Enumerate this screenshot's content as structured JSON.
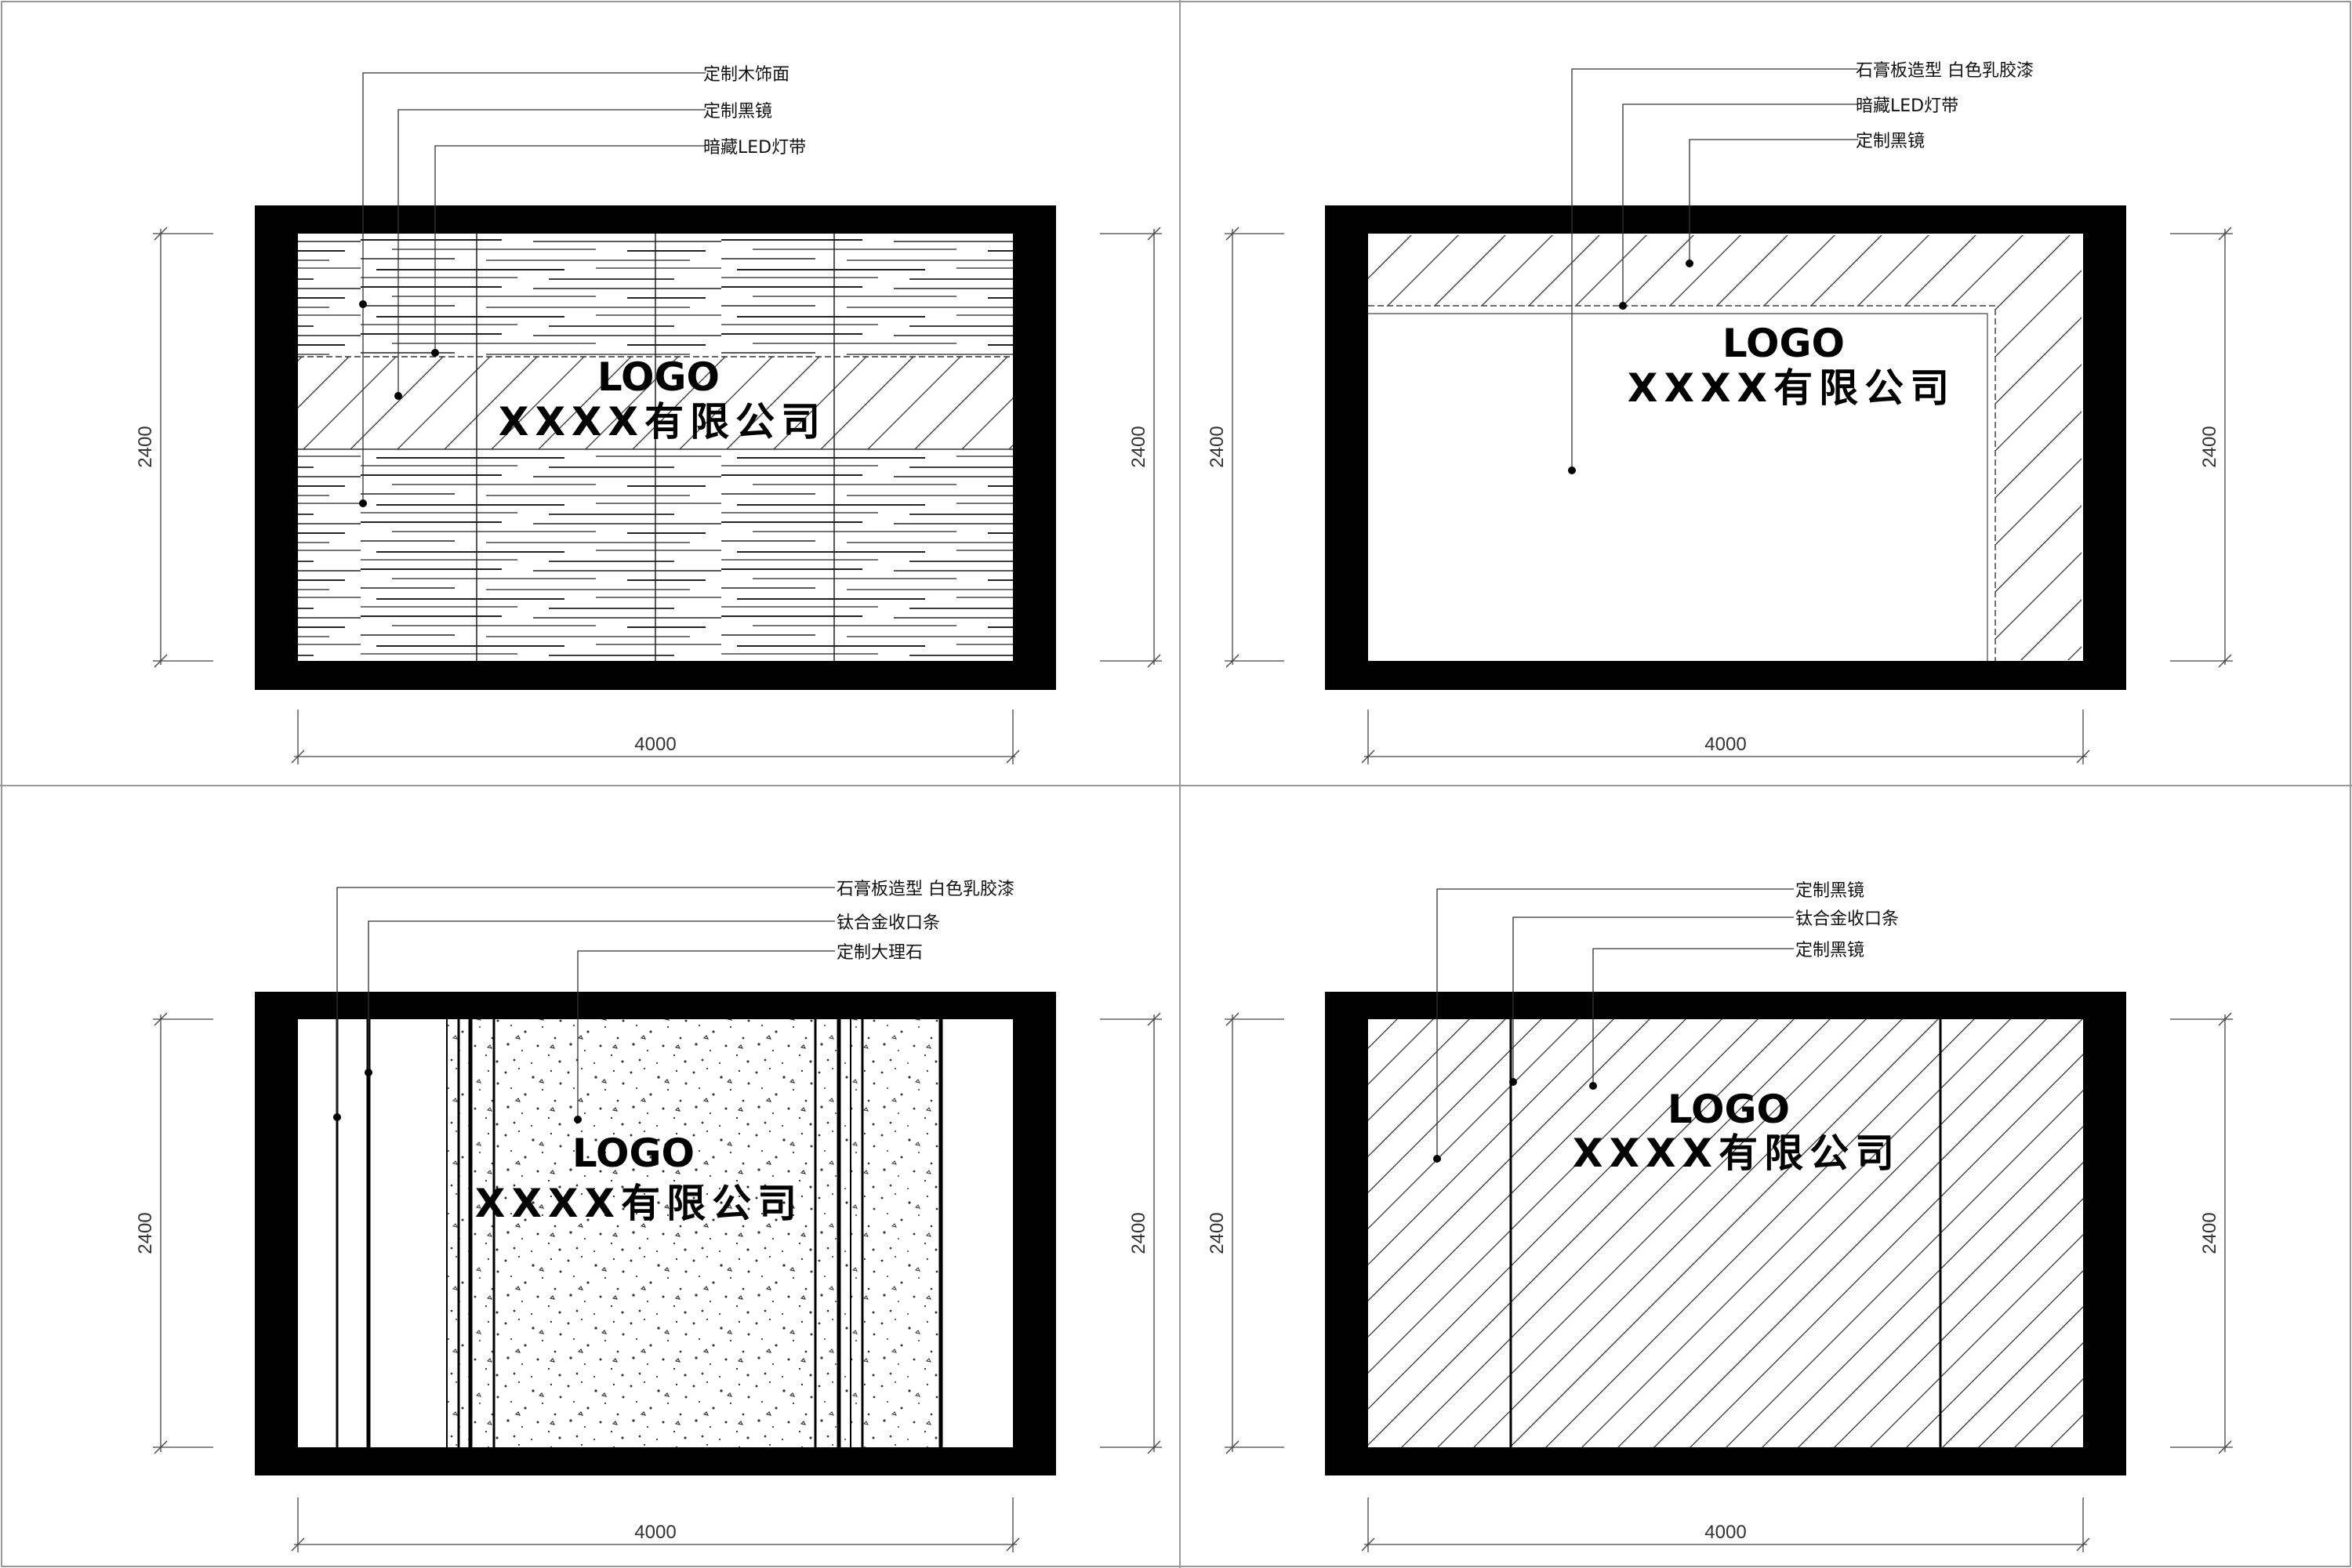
{
  "panels": [
    {
      "id": "top-left",
      "callouts": [
        "定制木饰面",
        "定制黑镜",
        "暗藏LED灯带"
      ],
      "logo": "LOGO",
      "company": "XXXX有限公司",
      "width_label": "4000",
      "height_left": "2400",
      "height_right": "2400"
    },
    {
      "id": "top-right",
      "callouts": [
        "石膏板造型 白色乳胶漆",
        "暗藏LED灯带",
        "定制黑镜"
      ],
      "logo": "LOGO",
      "company": "XXXX有限公司",
      "width_label": "4000",
      "height_left": "2400",
      "height_right": "2400"
    },
    {
      "id": "bottom-left",
      "callouts": [
        "石膏板造型 白色乳胶漆",
        "钛合金收口条",
        "定制大理石"
      ],
      "logo": "LOGO",
      "company": "XXXX有限公司",
      "width_label": "4000",
      "height_left": "2400",
      "height_right": "2400"
    },
    {
      "id": "bottom-right",
      "callouts": [
        "定制黑镜",
        "钛合金收口条",
        "定制黑镜"
      ],
      "logo": "LOGO",
      "company": "XXXX有限公司",
      "width_label": "4000",
      "height_left": "2400",
      "height_right": "2400"
    }
  ]
}
